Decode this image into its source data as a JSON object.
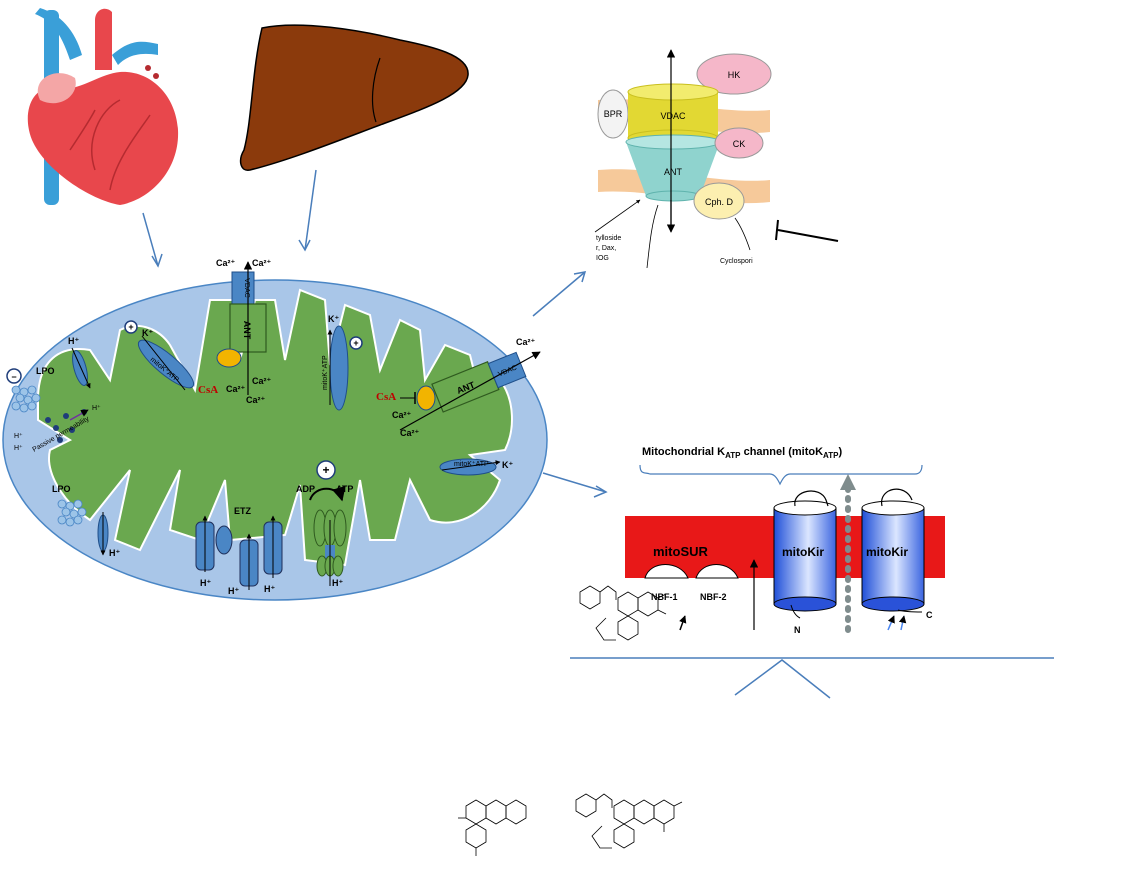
{
  "colors": {
    "mito_outer": "#a9c6e8",
    "mito_inner": "#6aa84f",
    "blue_protein": "#4a86c5",
    "arrow": "#4a7ebb",
    "katp_membrane": "#e81818",
    "vdac": "#e2d833",
    "ant": "#8fd3ce",
    "lipid": "#f6c99a",
    "pink": "#f5b7c9",
    "cyphd": "#fcefb0",
    "csa_yellow": "#f2b400",
    "csa_red": "#c00000"
  },
  "icons": {
    "heart": "heart-icon",
    "liver": "liver-icon"
  },
  "mito": {
    "ca": "Ca²⁺",
    "h": "H⁺",
    "k": "K⁺",
    "lpo": "LPO",
    "passive": "Passive permeability",
    "csa": "CsA",
    "ant": "ANT",
    "vdac": "VDAC",
    "mitok": "mitoK⁺ATP",
    "mitok_short": "mitoK⁺ATP",
    "etz": "ETZ",
    "adp": "ADP",
    "atp": "ATP",
    "plus": "+",
    "minus": "−"
  },
  "mptp": {
    "hk": "HK",
    "bpr": "BPR",
    "vdac": "VDAC",
    "ck": "CK",
    "ant": "ANT",
    "cyph": "Cph. D",
    "left_note_1": "tylloside",
    "left_note_2": "r, Dax,",
    "left_note_3": "IOG",
    "cyclo": "Cyclospori"
  },
  "katp": {
    "title": "Mitochondrial K",
    "title_sub1": "ATP",
    "title_mid": " channel (mitoK",
    "title_sub2": "ATP",
    "title_end": ")",
    "mitosur": "mitoSUR",
    "mitokir1": "mitoKir",
    "mitokir2": "mitoKir",
    "nbf1": "NBF-1",
    "nbf2": "NBF-2",
    "n": "N",
    "c": "C"
  }
}
